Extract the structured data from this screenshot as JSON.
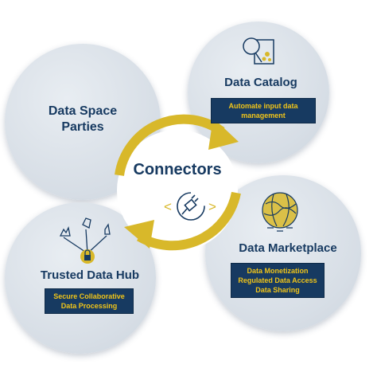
{
  "center": {
    "title": "Connectors"
  },
  "parties": {
    "title_line1": "Data Space",
    "title_line2": "Parties"
  },
  "catalog": {
    "title": "Data Catalog",
    "box_lines": [
      "Automate input data",
      "management"
    ],
    "icon": "magnifier-document-icon"
  },
  "hub": {
    "title": "Trusted Data Hub",
    "box_lines": [
      "Secure Collaborative",
      "Data Processing"
    ],
    "icon": "network-lock-icon"
  },
  "marketplace": {
    "title": "Data Marketplace",
    "box_lines": [
      "Data Monetization",
      "Regulated Data Access",
      "Data Sharing"
    ],
    "icon": "globe-network-icon"
  },
  "colors": {
    "navy": "#173a61",
    "gold": "#d8b82a",
    "circle": "#d6dde5"
  }
}
